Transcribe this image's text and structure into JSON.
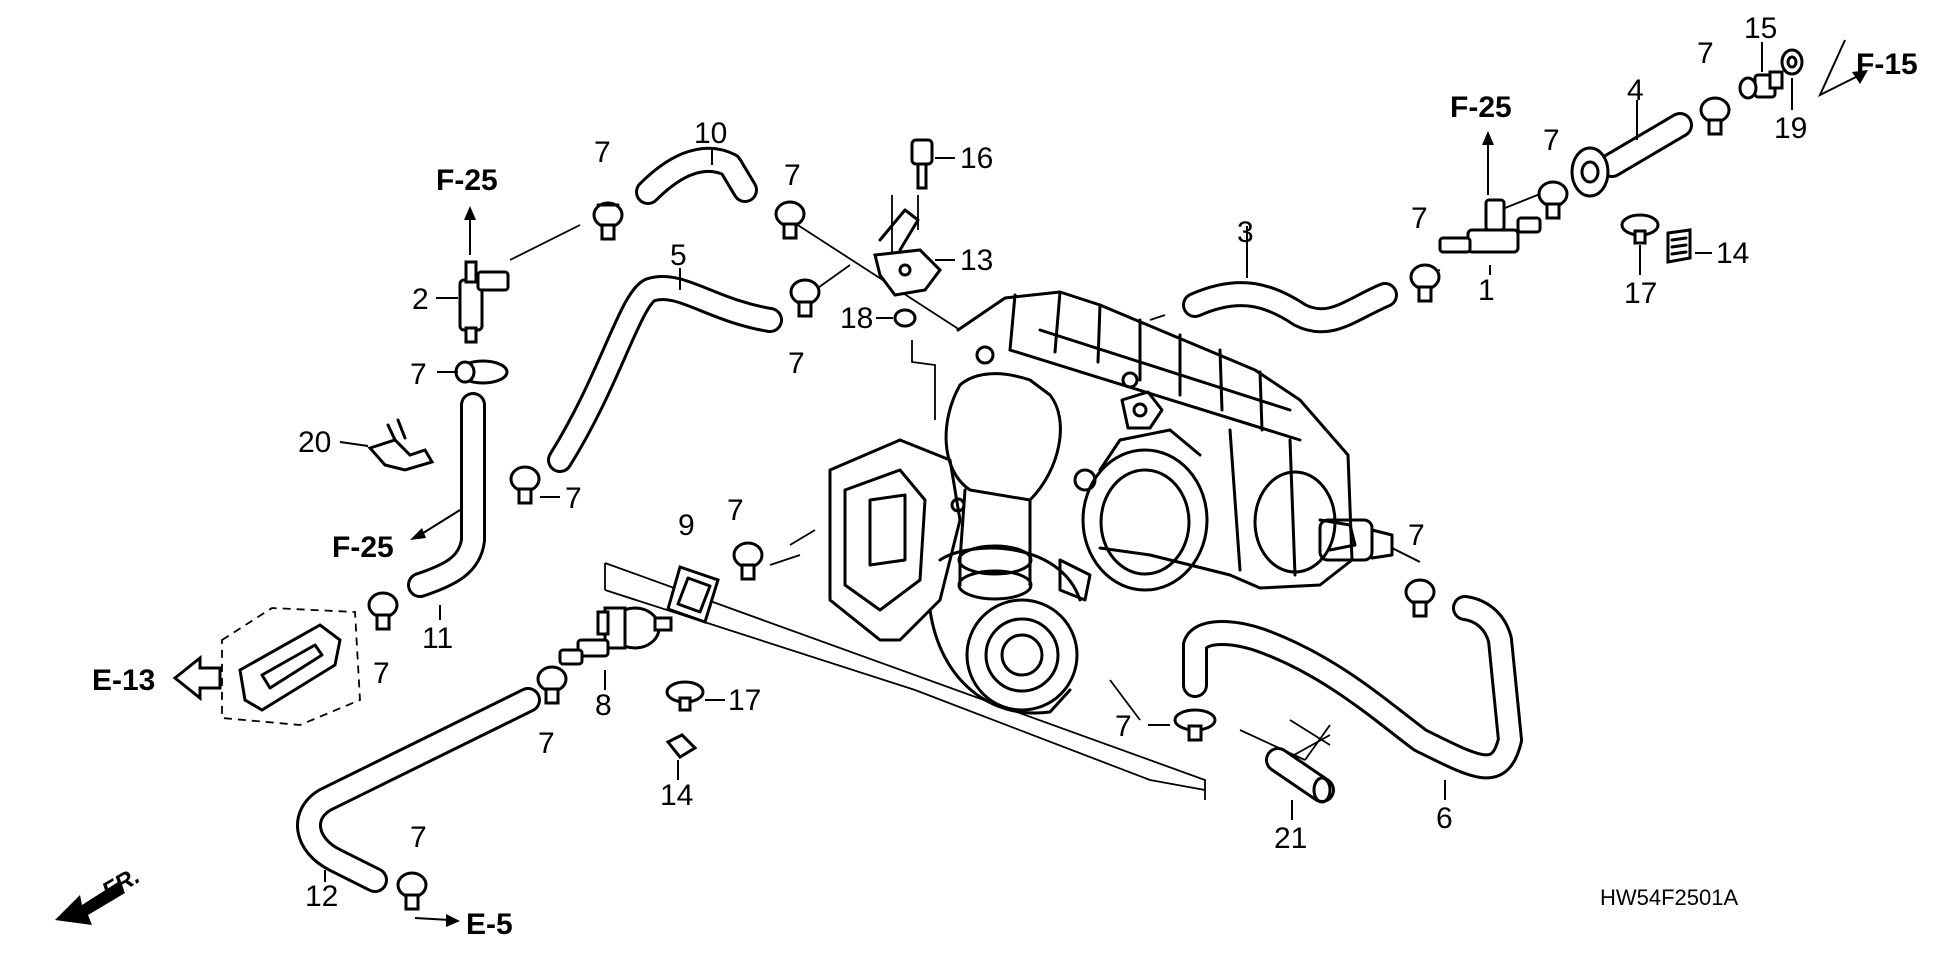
{
  "labels": {
    "p1": "1",
    "p2": "2",
    "p3": "3",
    "p4": "4",
    "p5": "5",
    "p6": "6",
    "p7": "7",
    "p8": "8",
    "p9": "9",
    "p10": "10",
    "p11": "11",
    "p12": "12",
    "p13": "13",
    "p14": "14",
    "p15": "15",
    "p16": "16",
    "p17": "17",
    "p18": "18",
    "p19": "19",
    "p20": "20",
    "p21": "21"
  },
  "refs": {
    "f25": "F-25",
    "f15": "F-15",
    "e13": "E-13",
    "e5": "E-5"
  },
  "front_label": "FR.",
  "diagram_code": "HW54F2501A"
}
